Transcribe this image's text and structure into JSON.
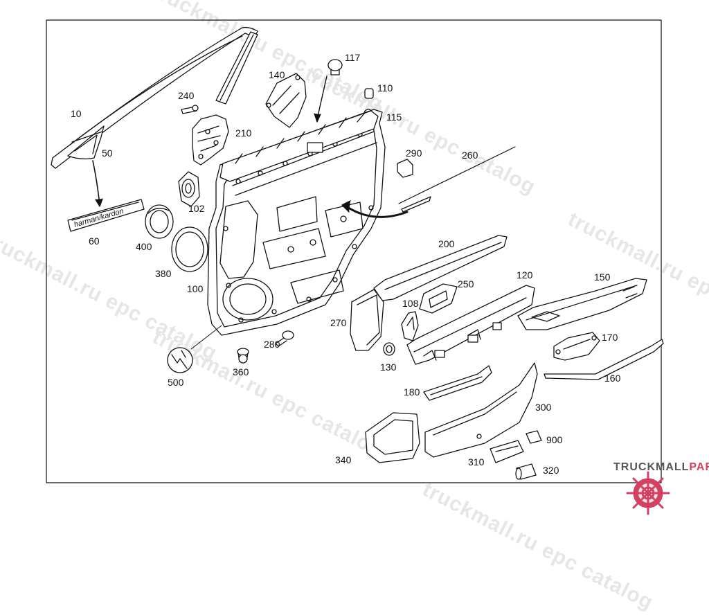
{
  "watermark_text": "truckmall.ru epc catalog",
  "logo": {
    "text_main": "TRUCKMALL",
    "text_accent": "PARTS",
    "accent_color": "#d44060"
  },
  "emblem_text": "harman/kardon",
  "part_labels": {
    "p10": "10",
    "p50": "50",
    "p60": "60",
    "p100": "100",
    "p102": "102",
    "p108": "108",
    "p110": "110",
    "p115": "115",
    "p117": "117",
    "p120": "120",
    "p130": "130",
    "p140": "140",
    "p150": "150",
    "p160": "160",
    "p170": "170",
    "p180": "180",
    "p200": "200",
    "p210": "210",
    "p240": "240",
    "p250": "250",
    "p260": "260",
    "p270": "270",
    "p280": "280",
    "p290": "290",
    "p300": "300",
    "p310": "310",
    "p320": "320",
    "p340": "340",
    "p360": "360",
    "p380": "380",
    "p400": "400",
    "p500": "500",
    "p900": "900"
  }
}
